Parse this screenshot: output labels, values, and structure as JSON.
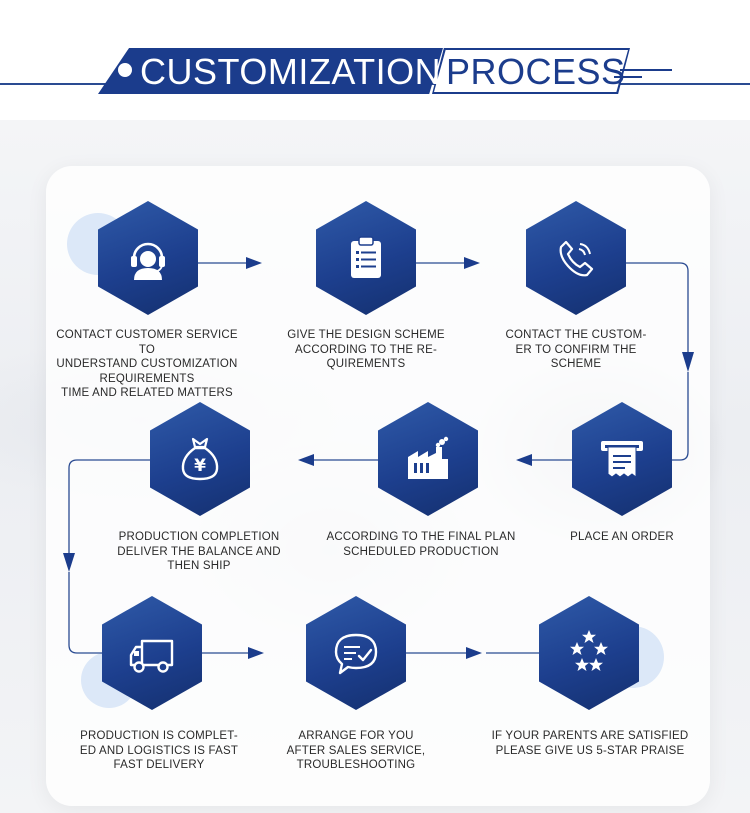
{
  "header": {
    "title_part1": "CUSTOMIZATION",
    "title_part2": "PROCESS"
  },
  "colors": {
    "primary": "#1b3c8c",
    "hex_gradient_top": "#2f5aa8",
    "hex_gradient_bottom": "#14306f",
    "connector": "#2a4b92",
    "deco_circle": "#dce8f8",
    "text": "#2a2a2a"
  },
  "steps": [
    {
      "icon": "headset-icon",
      "label": "CONTACT CUSTOMER SERVICE TO\nUNDERSTAND CUSTOMIZATION\nREQUIREMENTS\nTIME AND RELATED MATTERS"
    },
    {
      "icon": "clipboard-icon",
      "label": "GIVE THE DESIGN SCHEME\nACCORDING TO THE RE-\nQUIREMENTS"
    },
    {
      "icon": "phone-icon",
      "label": "CONTACT THE CUSTOM-\nER TO CONFIRM THE\nSCHEME"
    },
    {
      "icon": "order-receipt-icon",
      "label": "PLACE AN ORDER"
    },
    {
      "icon": "factory-icon",
      "label": "ACCORDING TO THE FINAL PLAN\nSCHEDULED PRODUCTION"
    },
    {
      "icon": "money-bag-yen-icon",
      "label": "PRODUCTION COMPLETION\nDELIVER THE BALANCE AND\nTHEN SHIP"
    },
    {
      "icon": "delivery-truck-icon",
      "label": "PRODUCTION IS COMPLET-\nED AND LOGISTICS IS FAST\nFAST DELIVERY"
    },
    {
      "icon": "chat-bubble-check-icon",
      "label": "ARRANGE FOR YOU\nAFTER SALES SERVICE,\nTROUBLESHOOTING"
    },
    {
      "icon": "five-stars-icon",
      "label": "IF YOUR PARENTS ARE SATISFIED\nPLEASE GIVE US 5-STAR PRAISE"
    }
  ]
}
